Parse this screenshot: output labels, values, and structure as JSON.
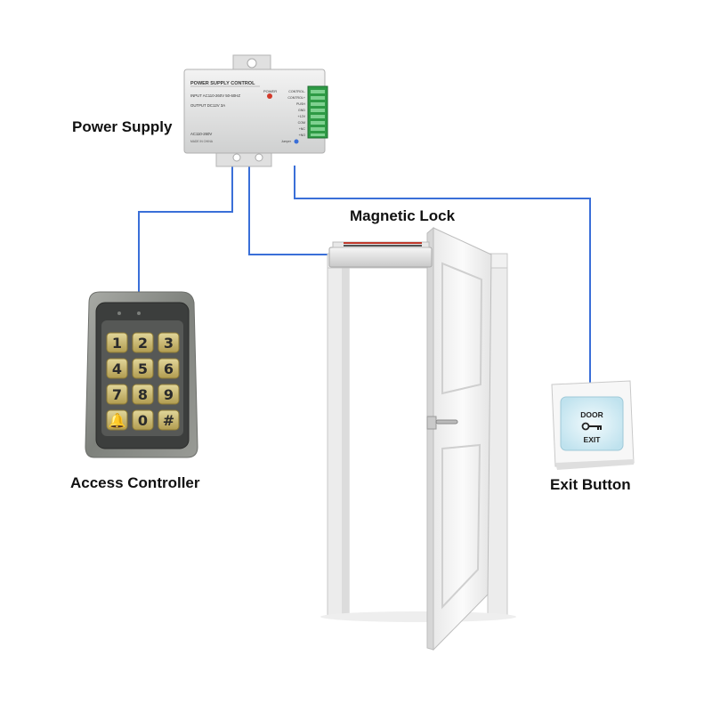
{
  "labels": {
    "power_supply": "Power Supply",
    "magnetic_lock": "Magnetic Lock",
    "access_controller": "Access Controller",
    "exit_button": "Exit Button"
  },
  "power_supply_unit": {
    "title": "POWER SUPPLY CONTROL",
    "power_led_label": "POWER",
    "input_line": "INPUT AC110-260V 50-60HZ",
    "output_line": "OUTPUT DC12V 3A",
    "bottom_line": "AC110-260V",
    "made_in": "MADE IN CHINA",
    "terminals": [
      "CONTROL-",
      "CONTROL+",
      "PUSH",
      "GND",
      "+12V",
      "COM",
      "+NC",
      "+NO"
    ],
    "jumper_label": "Jumper"
  },
  "keypad": {
    "keys": [
      "1",
      "2",
      "3",
      "4",
      "5",
      "6",
      "7",
      "8",
      "9",
      "🔔",
      "0",
      "#"
    ]
  },
  "exit_button_device": {
    "top_text": "DOOR",
    "bottom_text": "EXIT"
  },
  "colors": {
    "wire": "#3a6fd8",
    "key_gold": "#c9b66a",
    "keypad_frame": "#8a8c88",
    "door_white": "#f4f4f4",
    "exit_face": "#dff1f7"
  }
}
